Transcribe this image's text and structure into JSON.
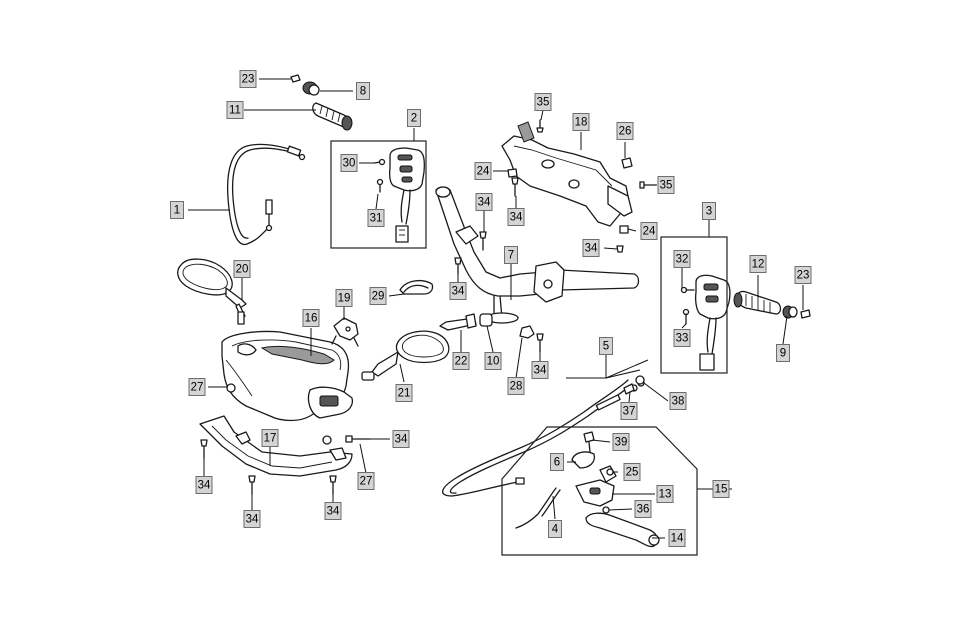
{
  "diagram": {
    "callouts": [
      {
        "id": "c1",
        "number": "1"
      },
      {
        "id": "c2",
        "number": "2"
      },
      {
        "id": "c3",
        "number": "3"
      },
      {
        "id": "c4",
        "number": "4"
      },
      {
        "id": "c5",
        "number": "5"
      },
      {
        "id": "c6",
        "number": "6"
      },
      {
        "id": "c7",
        "number": "7"
      },
      {
        "id": "c8",
        "number": "8"
      },
      {
        "id": "c9",
        "number": "9"
      },
      {
        "id": "c10",
        "number": "10"
      },
      {
        "id": "c11",
        "number": "11"
      },
      {
        "id": "c12",
        "number": "12"
      },
      {
        "id": "c13",
        "number": "13"
      },
      {
        "id": "c14",
        "number": "14"
      },
      {
        "id": "c15",
        "number": "15"
      },
      {
        "id": "c16",
        "number": "16"
      },
      {
        "id": "c17",
        "number": "17"
      },
      {
        "id": "c18",
        "number": "18"
      },
      {
        "id": "c19",
        "number": "19"
      },
      {
        "id": "c20",
        "number": "20"
      },
      {
        "id": "c21",
        "number": "21"
      },
      {
        "id": "c22",
        "number": "22"
      },
      {
        "id": "c23a",
        "number": "23"
      },
      {
        "id": "c23b",
        "number": "23"
      },
      {
        "id": "c24a",
        "number": "24"
      },
      {
        "id": "c24b",
        "number": "24"
      },
      {
        "id": "c25",
        "number": "25"
      },
      {
        "id": "c26",
        "number": "26"
      },
      {
        "id": "c27a",
        "number": "27"
      },
      {
        "id": "c27b",
        "number": "27"
      },
      {
        "id": "c28",
        "number": "28"
      },
      {
        "id": "c29",
        "number": "29"
      },
      {
        "id": "c30",
        "number": "30"
      },
      {
        "id": "c31",
        "number": "31"
      },
      {
        "id": "c32",
        "number": "32"
      },
      {
        "id": "c33",
        "number": "33"
      },
      {
        "id": "c34a",
        "number": "34"
      },
      {
        "id": "c34b",
        "number": "34"
      },
      {
        "id": "c34c",
        "number": "34"
      },
      {
        "id": "c34d",
        "number": "34"
      },
      {
        "id": "c34e",
        "number": "34"
      },
      {
        "id": "c34f",
        "number": "34"
      },
      {
        "id": "c34g",
        "number": "34"
      },
      {
        "id": "c34h",
        "number": "34"
      },
      {
        "id": "c34i",
        "number": "34"
      },
      {
        "id": "c35a",
        "number": "35"
      },
      {
        "id": "c35b",
        "number": "35"
      },
      {
        "id": "c36",
        "number": "36"
      },
      {
        "id": "c37",
        "number": "37"
      },
      {
        "id": "c38",
        "number": "38"
      },
      {
        "id": "c39",
        "number": "39"
      }
    ],
    "colors": {
      "callout_fill": "#d4d4d4",
      "callout_border": "#6d6d6d",
      "line": "#1a1a1a",
      "shade": "#9a9a9a",
      "background": "#ffffff"
    }
  }
}
